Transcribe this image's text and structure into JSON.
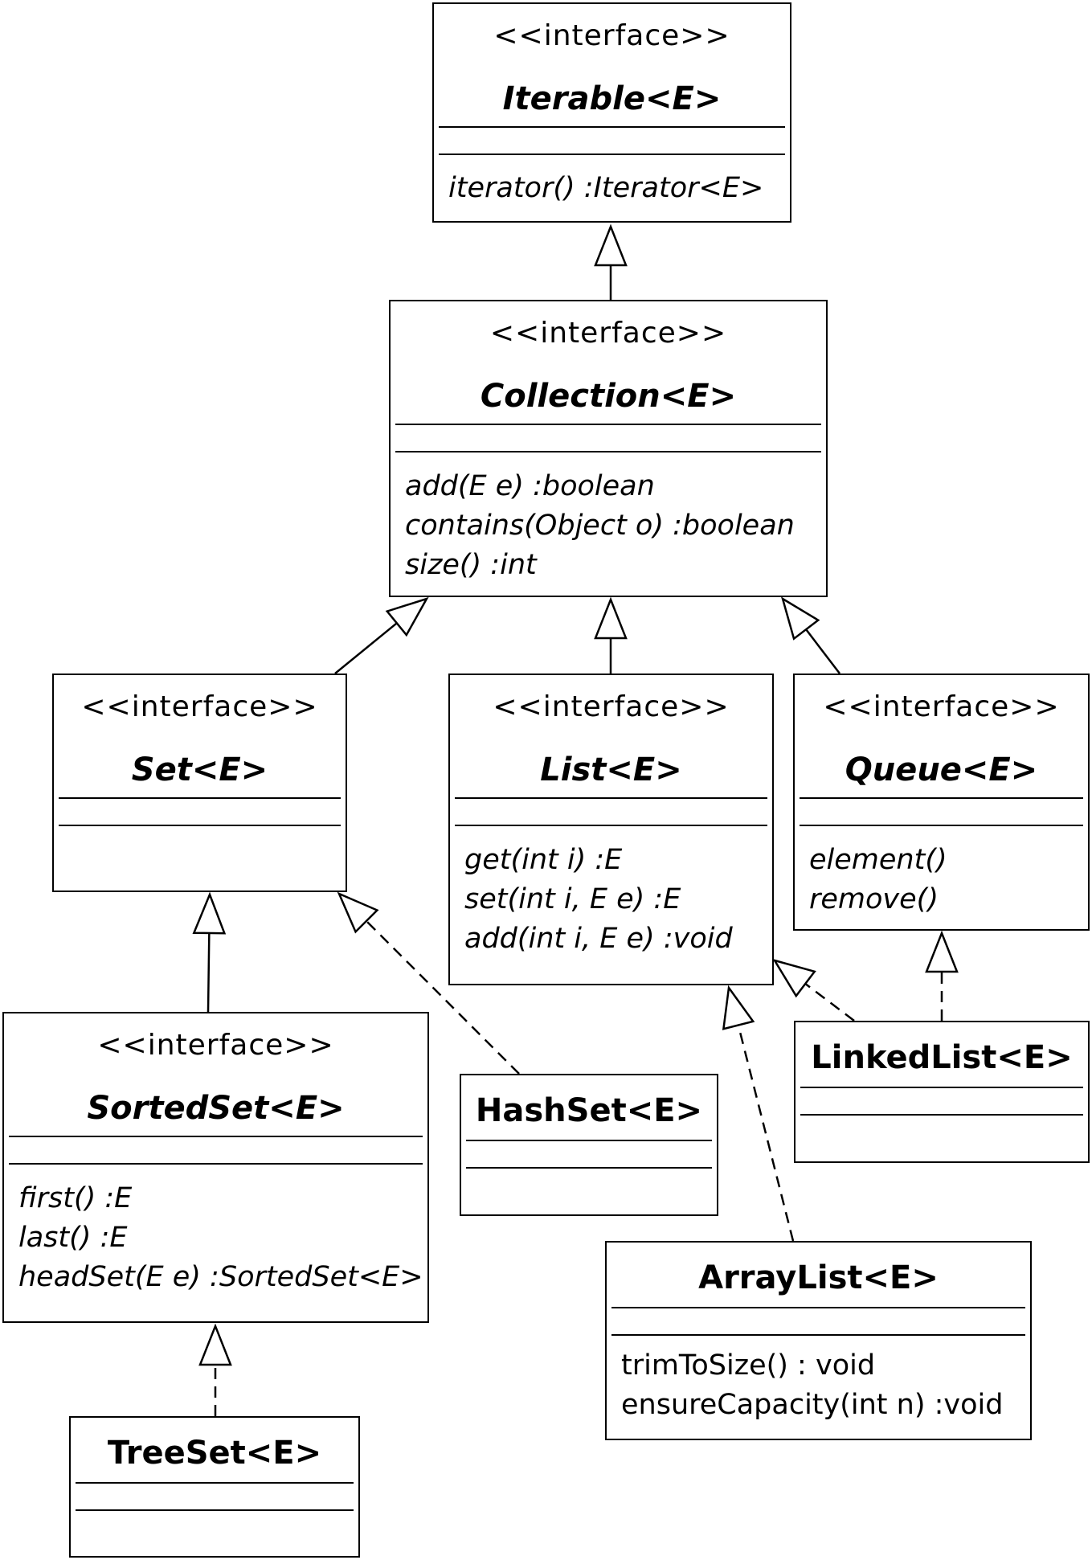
{
  "stereotype": "<<interface>>",
  "classes": {
    "iterable": {
      "name": "Iterable<E>",
      "operations": [
        "iterator() :Iterator<E>"
      ]
    },
    "collection": {
      "name": "Collection<E>",
      "operations": [
        "add(E e) :boolean",
        "contains(Object o) :boolean",
        "size() :int"
      ]
    },
    "set": {
      "name": "Set<E>",
      "operations": []
    },
    "list": {
      "name": "List<E>",
      "operations": [
        "get(int i) :E",
        "set(int i, E e) :E",
        "add(int i, E e) :void"
      ]
    },
    "queue": {
      "name": "Queue<E>",
      "operations": [
        "element()",
        "remove()"
      ]
    },
    "sortedset": {
      "name": "SortedSet<E>",
      "operations": [
        "first() :E",
        "last() :E",
        "headSet(E e) :SortedSet<E>"
      ]
    },
    "hashset": {
      "name": "HashSet<E>",
      "operations": []
    },
    "linkedlist": {
      "name": "LinkedList<E>",
      "operations": []
    },
    "arraylist": {
      "name": "ArrayList<E>",
      "operations": [
        "trimToSize() : void",
        "ensureCapacity(int n) :void"
      ]
    },
    "treeset": {
      "name": "TreeSet<E>",
      "operations": []
    }
  },
  "relations": [
    {
      "from": "collection",
      "to": "iterable",
      "kind": "generalization"
    },
    {
      "from": "set",
      "to": "collection",
      "kind": "generalization"
    },
    {
      "from": "list",
      "to": "collection",
      "kind": "generalization"
    },
    {
      "from": "queue",
      "to": "collection",
      "kind": "generalization"
    },
    {
      "from": "sortedset",
      "to": "set",
      "kind": "generalization"
    },
    {
      "from": "treeset",
      "to": "sortedset",
      "kind": "realization"
    },
    {
      "from": "hashset",
      "to": "set",
      "kind": "realization"
    },
    {
      "from": "arraylist",
      "to": "list",
      "kind": "realization"
    },
    {
      "from": "linkedlist",
      "to": "list",
      "kind": "realization"
    },
    {
      "from": "linkedlist",
      "to": "queue",
      "kind": "realization"
    }
  ]
}
